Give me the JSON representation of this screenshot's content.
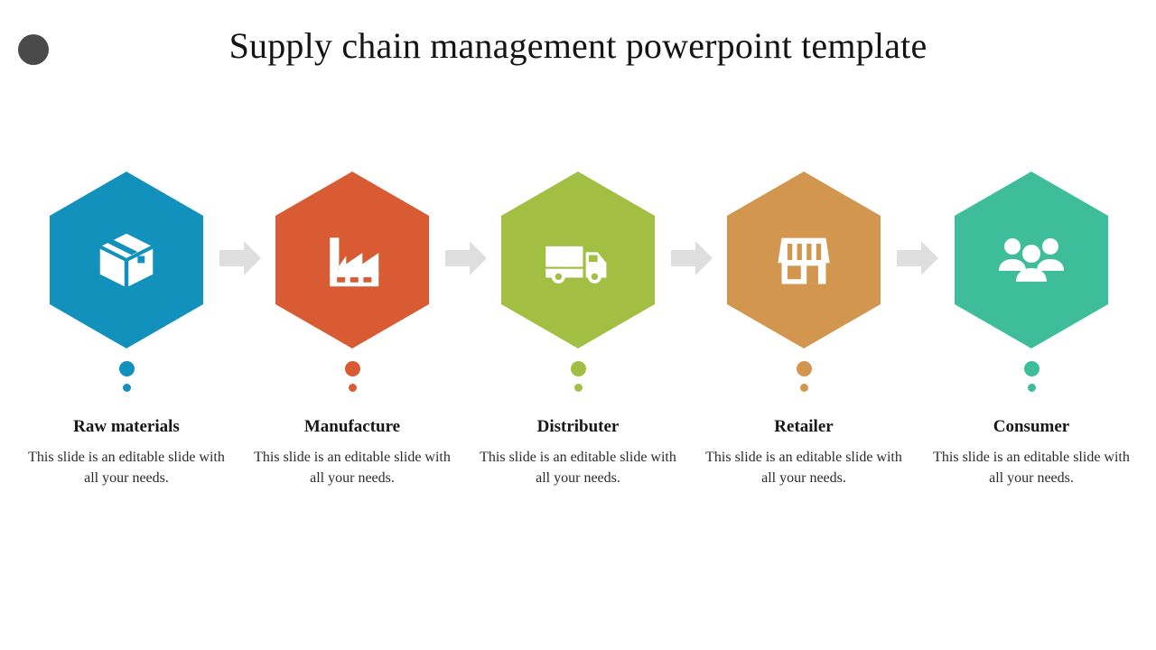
{
  "slide": {
    "title": "Supply chain management powerpoint template",
    "background_color": "#ffffff",
    "corner_dot_color": "#4a4a4a",
    "arrow_color": "#dedede",
    "heading_color": "#171717",
    "body_color": "#2b2b2b"
  },
  "stages": [
    {
      "heading": "Raw materials",
      "body": "This slide is an editable slide with all your needs.",
      "color": "#1391bd",
      "icon": "package-box-icon"
    },
    {
      "heading": "Manufacture",
      "body": "This slide is an editable slide with all your needs.",
      "color": "#d95b34",
      "icon": "factory-icon"
    },
    {
      "heading": "Distributer",
      "body": "This slide is an editable slide with all your needs.",
      "color": "#a2bf43",
      "icon": "delivery-truck-icon"
    },
    {
      "heading": "Retailer",
      "body": "This slide is an editable slide with all your needs.",
      "color": "#d2964f",
      "icon": "storefront-icon"
    },
    {
      "heading": "Consumer",
      "body": "This slide is an editable slide with all your needs.",
      "color": "#3dbd99",
      "icon": "people-group-icon"
    }
  ],
  "arrows": {
    "count": 4,
    "glyph": "arrow-right-icon"
  }
}
